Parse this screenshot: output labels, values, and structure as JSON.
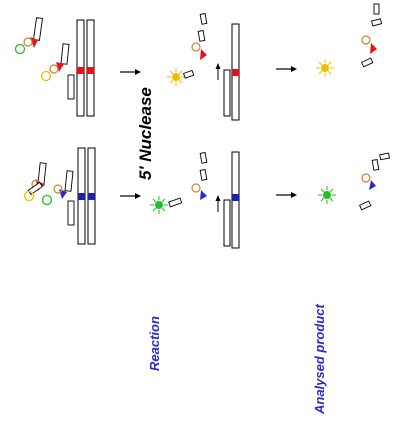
{
  "labels": {
    "nuclease": "5' Nuclease",
    "reaction": "Reaction",
    "analysed_product": "Analysed product"
  },
  "colors": {
    "red_marker": "#e8101a",
    "blue_marker": "#1a22b8",
    "red_dye": "#e8101a",
    "blue_dye": "#2a2ad0",
    "yellow_dye": "#f0c000",
    "green_dye": "#22c022",
    "orange_quencher": "#d08030",
    "label_blue": "#2a2ad0",
    "label_black": "#000000"
  },
  "icons": [
    "arrow-right-icon",
    "arrow-up-icon",
    "starburst-yellow-icon",
    "starburst-green-icon"
  ]
}
